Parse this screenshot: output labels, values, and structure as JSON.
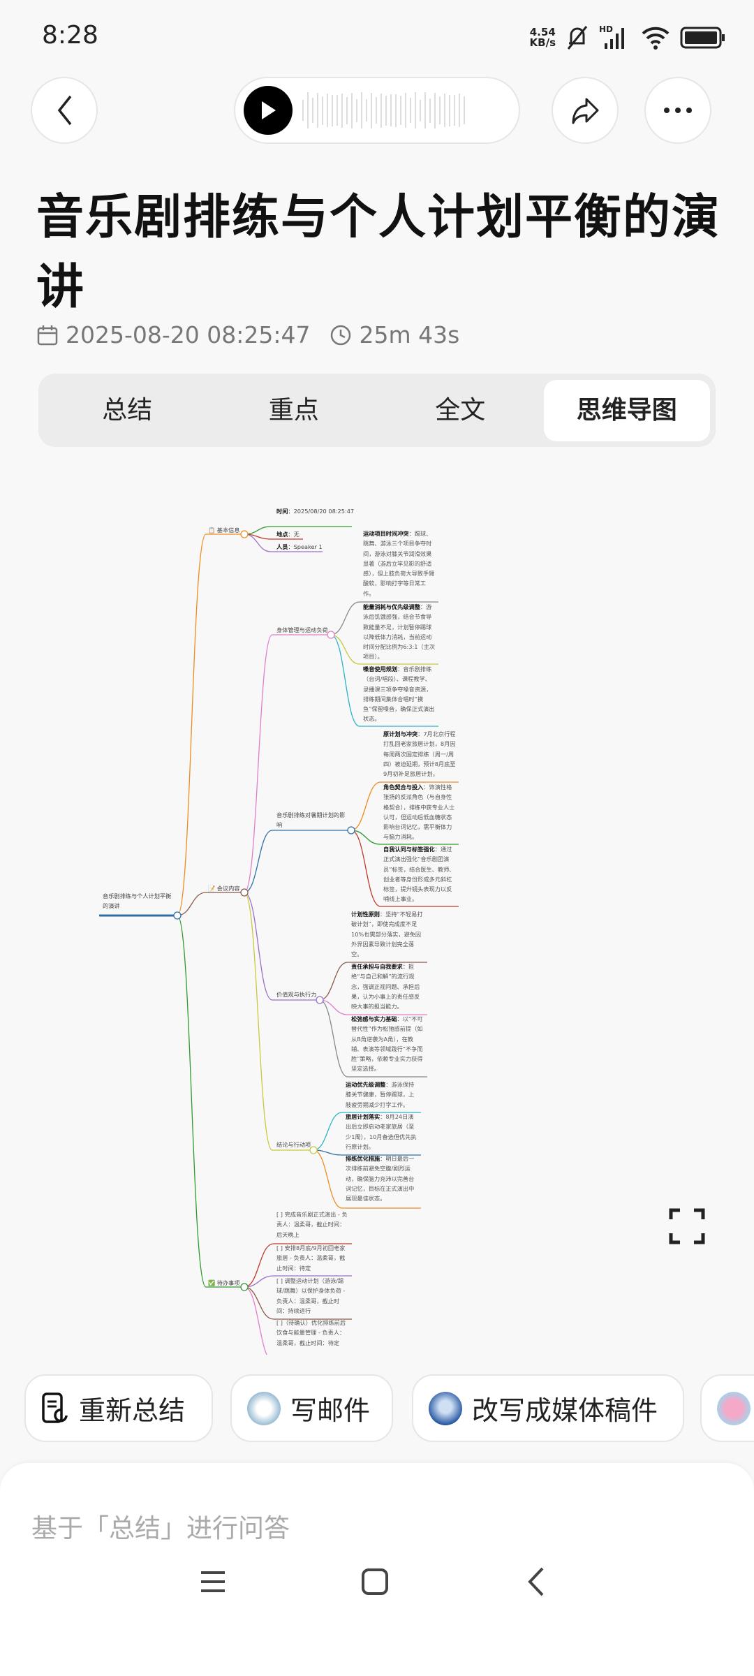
{
  "status_bar": {
    "time": "8:28",
    "speed_value": "4.54",
    "speed_unit": "KB/s",
    "hd": "HD"
  },
  "header": {
    "back": "back",
    "play": "play",
    "share": "share",
    "more": "more"
  },
  "title": "音乐剧排练与个人计划平衡的演讲",
  "meta": {
    "datetime": "2025-08-20 08:25:47",
    "duration": "25m 43s"
  },
  "tabs": [
    {
      "label": "总结"
    },
    {
      "label": "重点"
    },
    {
      "label": "全文"
    },
    {
      "label": "思维导图",
      "active": true
    }
  ],
  "mindmap": {
    "root": "音乐剧排练与个人计划平衡的演讲",
    "basic": {
      "label": "📋 基本信息",
      "time_k": "时间",
      "time_v": "：2025/08/20 08:25:47",
      "place_k": "地点",
      "place_v": "：无",
      "people_k": "人员",
      "people_v": "：Speaker 1"
    },
    "meeting": {
      "label": "📝 会议内容",
      "body": {
        "label": "身体管理与运动负荷",
        "items": [
          {
            "k": "运动项目时间冲突",
            "v": "：踢球、跳舞、游泳三个项目争夺时间，游泳对膝关节润滑效果显著（游后立竿见影的舒适感），但上肢负荷大导致手臂酸软，影响打字等日常工作。"
          },
          {
            "k": "能量消耗与优先级调整",
            "v": "：游泳后饥饿感强，结合节食导致能量不足，计划暂停踢球以降低体力消耗，当前运动时间分配比例为6:3:1（主次项目）。"
          },
          {
            "k": "嗓音使用规划",
            "v": "：音乐剧排练（台词/唱段）、课程教学、录播课三项争夺嗓音资源，排练期间集体合唱时“摸鱼”保留嗓音，确保正式演出状态。"
          }
        ]
      },
      "musical": {
        "label": "音乐剧排练对暑期计划的影响",
        "items": [
          {
            "k": "原计划与冲突",
            "v": "：7月北京行程打乱回老家旅居计划，8月因每周两次固定排练（周一/周四）被迫延期，预计8月底至9月初补足旅居计划。"
          },
          {
            "k": "角色契合与投入",
            "v": "：饰演性格张扬的反派角色（与自身性格契合），排练中获专业人士认可，但运动后低血糖状态影响台词记忆，需平衡体力与脑力消耗。"
          },
          {
            "k": "自我认同与标签强化",
            "v": "：通过正式演出强化“音乐剧团演员”标签，结合医生、教师、创业者等身份形成多元斜杠标签，提升镜头表现力以反哺线上事业。"
          }
        ]
      },
      "values": {
        "label": "价值观与执行力",
        "items": [
          {
            "k": "计划性原则",
            "v": "：坚持“不轻易打破计划”，即使完成度不足10%也需部分落实，避免因外界因素导致计划完全落空。"
          },
          {
            "k": "责任承担与自我要求",
            "v": "：拒绝“与自己和解”的流行观念，强调正视问题、承担后果，认为小事上的责任感反映大事的担当能力。"
          },
          {
            "k": "松弛感与实力基础",
            "v": "：以“不可替代性”作为松弛感前提（如从B角逆袭为A角），在教辅、表演等领域践行“不争而胜”策略，依赖专业实力获得坚定选择。"
          }
        ]
      },
      "conclusion": {
        "label": "结论与行动项",
        "items": [
          {
            "k": "运动优先级调整",
            "v": "：游泳保持膝关节健康，暂停踢球，上肢疲劳期减少打字工作。"
          },
          {
            "k": "旅居计划落实",
            "v": "：8月24日演出后立即启动老家旅居（至少1周），10月备选但优先执行原计划。"
          },
          {
            "k": "排练优化措施",
            "v": "：明日最后一次排练前避免空腹/剧烈运动，确保脑力充沛以完善台词记忆，目标在正式演出中展现最佳状态。"
          }
        ]
      }
    },
    "todo": {
      "label": "✅ 待办事项",
      "items": [
        "[ ] 完成音乐剧正式演出 - 负责人：温柔哥，截止时间：后天晚上",
        "[ ] 安排8月底/9月初回老家旅居 - 负责人：温柔哥，截止时间：待定",
        "[ ] 调整运动计划（游泳/踢球/跳舞）以保护身体负荷 - 负责人：温柔哥，截止时间：持续进行",
        "[ ]（待确认）优化排练前后饮食与能量管理 - 负责人：温柔哥，截止时间：待定"
      ]
    }
  },
  "actions": [
    {
      "label": "重新总结"
    },
    {
      "label": "写邮件"
    },
    {
      "label": "改写成媒体稿件"
    }
  ],
  "ask": {
    "placeholder": "基于「总结」进行问答"
  },
  "colors": {
    "root": "#2f6fa8",
    "orange": "#f08c1e",
    "brown": "#8b5a4a",
    "green": "#2e9a2e"
  }
}
